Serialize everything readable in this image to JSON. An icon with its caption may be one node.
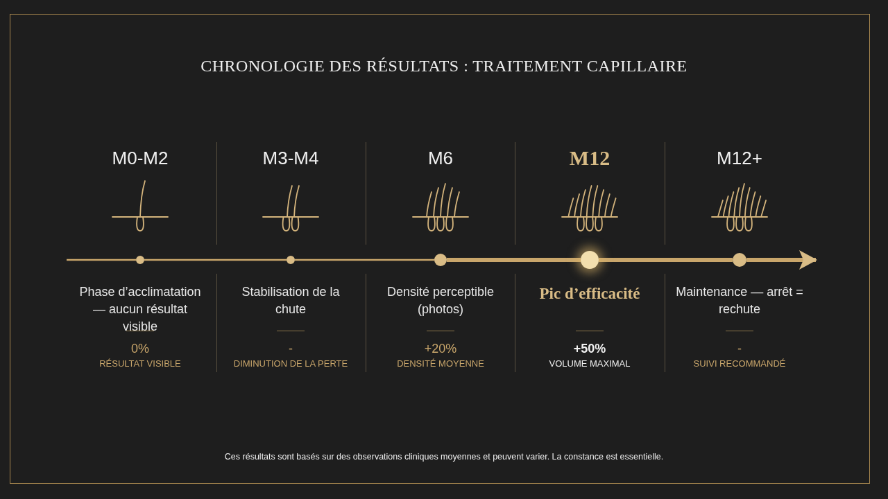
{
  "diagram": {
    "title": "CHRONOLOGIE DES RÉSULTATS : TRAITEMENT CAPILLAIRE",
    "nodes": [
      {
        "text": [
          "M0-M2",
          "Phase d’acclimatation — aucun résultat visible",
          "0%",
          "RÉSULTAT VISIBLE"
        ]
      },
      {
        "text": [
          "M3-M4",
          "Stabilisation de la chute",
          "-",
          "DIMINUTION DE LA PERTE"
        ]
      },
      {
        "text": [
          "M6",
          "Densité perceptible (photos)",
          "+20%",
          "DENSITÉ MOYENNE"
        ]
      },
      {
        "text": [
          "M12",
          "Pic d’efficacité",
          "+50%",
          "VOLUME MAXIMAL"
        ]
      },
      {
        "text": [
          "M12+",
          "Maintenance — arrêt = rechute",
          "-",
          "SUIVI RECOMMANDÉ"
        ]
      },
      {
        "text": [],
        "shape": "circle",
        "in": 0
      },
      {
        "text": [],
        "shape": "circle",
        "in": 1
      },
      {
        "text": [],
        "shape": "circle",
        "in": 2
      },
      {
        "text": [],
        "shape": "circle",
        "in": 3
      },
      {
        "text": [],
        "shape": "circle",
        "in": 4
      }
    ],
    "edges": [
      {
        "from": null,
        "to": 5,
        "arrow": "none"
      },
      {
        "from": 5,
        "to": 6,
        "arrow": "none"
      },
      {
        "from": 6,
        "to": 7,
        "arrow": "none"
      },
      {
        "from": 7,
        "to": 8,
        "arrow": "none",
        "style": "thick"
      },
      {
        "from": 8,
        "to": 9,
        "arrow": "none",
        "style": "thick"
      },
      {
        "from": 9,
        "to": null,
        "arrow": "to",
        "style": "thick"
      }
    ],
    "labels": [
      "Ces résultats sont basés sur des observations cliniques moyennes et peuvent varier. La constance est essentielle."
    ]
  }
}
